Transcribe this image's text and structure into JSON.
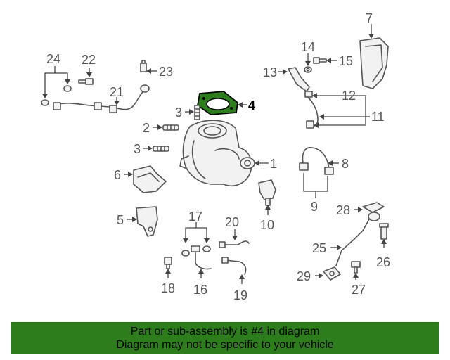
{
  "diagram": {
    "highlighted_part": "4",
    "highlight_color": "#2e7d1c",
    "callouts": {
      "c1": "1",
      "c2": "2",
      "c3a": "3",
      "c3b": "3",
      "c4": "4",
      "c5": "5",
      "c6": "6",
      "c7": "7",
      "c8": "8",
      "c9": "9",
      "c10": "10",
      "c11": "11",
      "c12": "12",
      "c13": "13",
      "c14": "14",
      "c15": "15",
      "c16": "16",
      "c17": "17",
      "c18": "18",
      "c19": "19",
      "c20": "20",
      "c21": "21",
      "c22": "22",
      "c23": "23",
      "c24": "24",
      "c25": "25",
      "c26": "26",
      "c27": "27",
      "c28": "28",
      "c29": "29"
    }
  },
  "banner": {
    "line1": "Part or sub-assembly is #4 in diagram",
    "line2": "Diagram may not be specific to your vehicle"
  }
}
